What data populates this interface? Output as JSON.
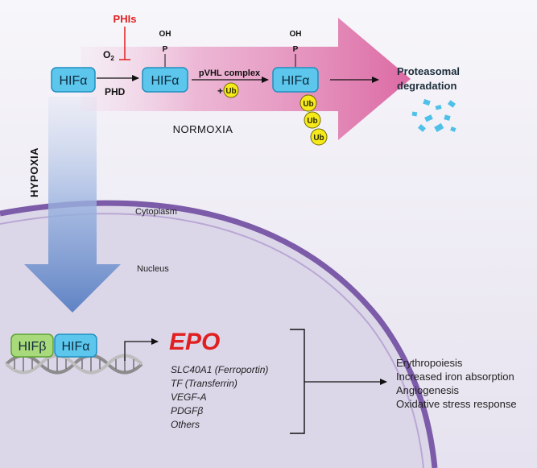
{
  "labels": {
    "phis": "PHIs",
    "o2_base": "O",
    "o2_sub": "2",
    "phd": "PHD",
    "oh1": "OH",
    "p1": "P",
    "oh2": "OH",
    "p2": "P",
    "pvhl": "pVHL complex",
    "plus": "+",
    "ub": "Ub",
    "hif_alpha": "HIFα",
    "hif_beta": "HIFβ",
    "proteasomal": "Proteasomal",
    "degradation": "degradation",
    "normoxia": "NORMOXIA",
    "hypoxia": "HYPOXIA",
    "cytoplasm": "Cytoplasm",
    "nucleus": "Nucleus",
    "epo": "EPO"
  },
  "genes": [
    "SLC40A1 (Ferroportin)",
    "TF (Transferrin)",
    "VEGF-A",
    "PDGFβ",
    "Others"
  ],
  "outcomes": [
    "Erythropoiesis",
    "Increased iron absorption",
    "Angiogenesis",
    "Oxidative stress response"
  ],
  "colors": {
    "background": "#e9e6f1",
    "nucleus": "#ddd7ea",
    "membrane": "#7a5aa6",
    "normoxia_arrow": "#e07fb0",
    "hypoxia_arrow": "#6d8fcb",
    "hif_alpha": "#5cc6ec",
    "hif_beta": "#a8d97a",
    "ub": "#f6ea1a",
    "phis": "#e02020",
    "epo": "#e02020"
  }
}
